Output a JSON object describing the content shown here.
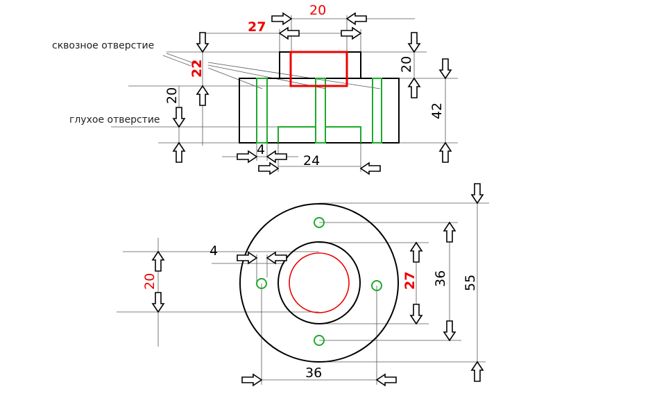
{
  "notes": {
    "through_hole": "сквозное отверстие",
    "blind_hole": "глухое отверстие"
  },
  "side_view": {
    "dim_top_width": "20",
    "dim_boss_width": "27",
    "dim_hole_depth": "22",
    "dim_boss_height": "20",
    "dim_blind_depth": "20",
    "dim_total_height": "42",
    "dim_hole_dia": "4",
    "dim_blind_width": "24"
  },
  "top_view": {
    "dim_hole_dia": "4",
    "dim_bore": "20",
    "dim_boss_dia": "27",
    "dim_bolt_circle_v": "36",
    "dim_outer_dia": "55",
    "dim_bolt_circle_h": "36"
  },
  "colors": {
    "red": "#e00000",
    "green": "#1aaa2a"
  }
}
